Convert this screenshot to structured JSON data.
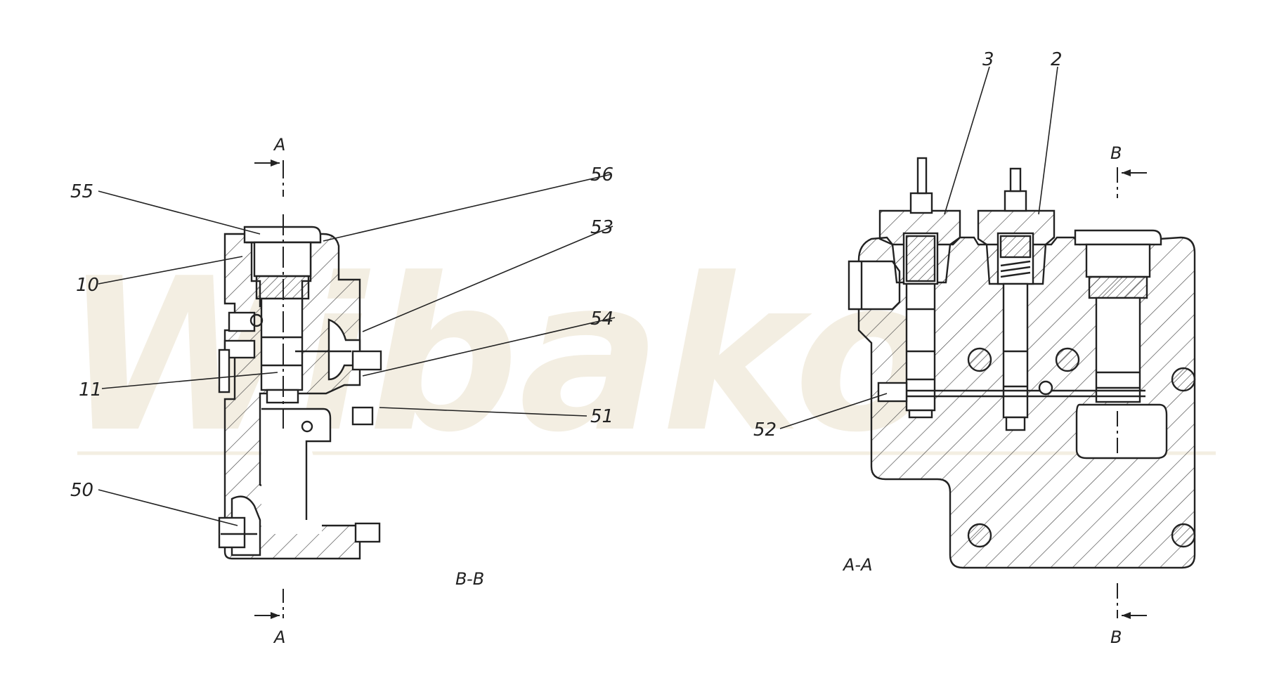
{
  "watermark": "Wibako",
  "views": {
    "left_section": "B-B",
    "right_section": "A-A"
  },
  "cut_markers": {
    "left_top": "A",
    "left_bottom": "A",
    "right_top": "B",
    "right_bottom": "B"
  },
  "part_labels": {
    "p55": "55",
    "p10": "10",
    "p11": "11",
    "p50": "50",
    "p56": "56",
    "p53": "53",
    "p54": "54",
    "p51": "51",
    "p3": "3",
    "p2": "2",
    "p52": "52"
  },
  "colors": {
    "line": "#222222",
    "hatch": "#444444",
    "watermark": "#f3eee2",
    "background": "#ffffff"
  }
}
